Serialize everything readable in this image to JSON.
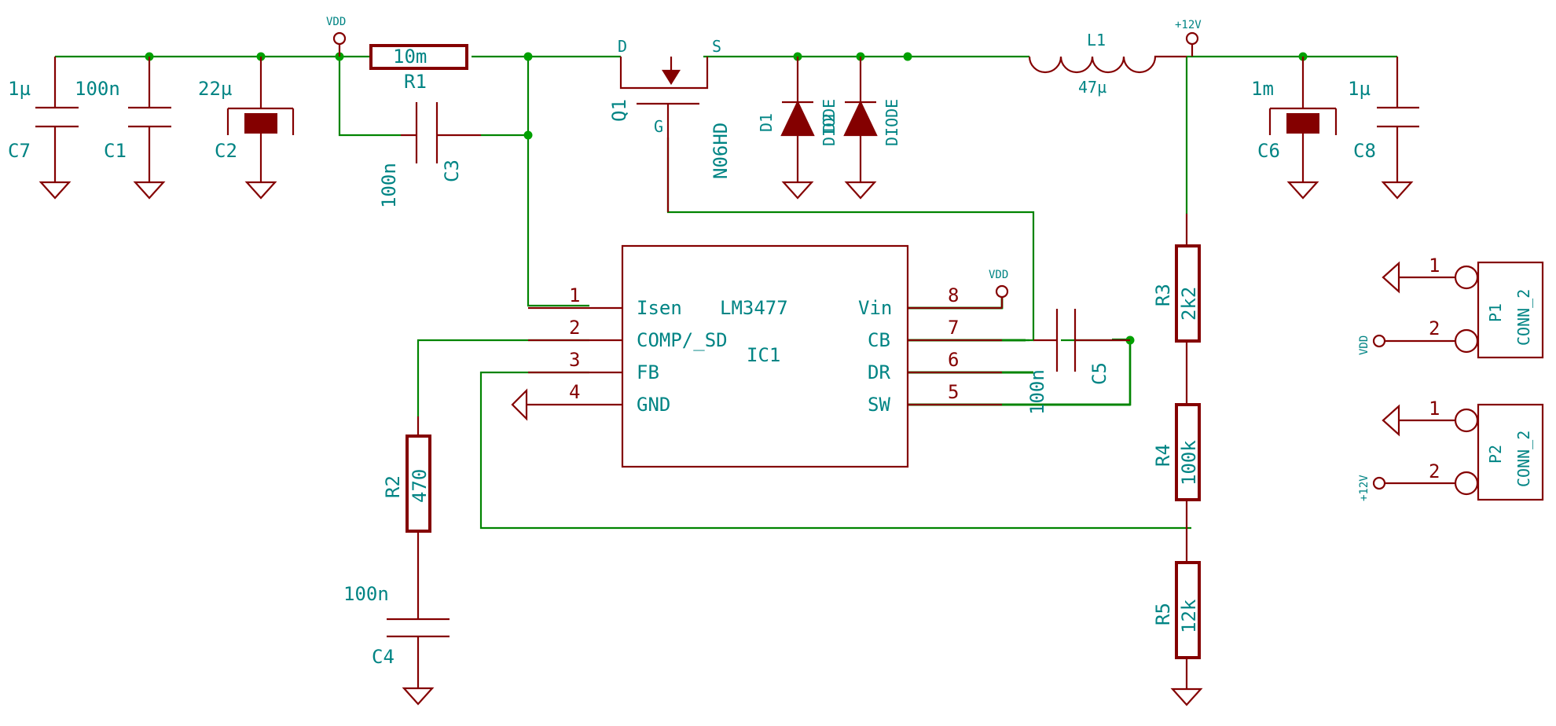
{
  "components": {
    "C7": {
      "ref": "C7",
      "value": "1µ"
    },
    "C1": {
      "ref": "C1",
      "value": "100n"
    },
    "C2": {
      "ref": "C2",
      "value": "22µ"
    },
    "R1": {
      "ref": "R1",
      "value": "10m"
    },
    "C3": {
      "ref": "C3",
      "value": "100n"
    },
    "Q1": {
      "ref": "Q1",
      "value": "N06HD",
      "pin_d": "D",
      "pin_s": "S",
      "pin_g": "G"
    },
    "D1": {
      "ref": "D1",
      "value": "DIODE"
    },
    "D2": {
      "ref": "D2",
      "value": "DIODE"
    },
    "L1": {
      "ref": "L1",
      "value": "47µ"
    },
    "C6": {
      "ref": "C6",
      "value": "1m"
    },
    "C8": {
      "ref": "C8",
      "value": "1µ"
    },
    "R3": {
      "ref": "R3",
      "value": "2k2"
    },
    "R4": {
      "ref": "R4",
      "value": "100k"
    },
    "R5": {
      "ref": "R5",
      "value": "12k"
    },
    "R2": {
      "ref": "R2",
      "value": "470"
    },
    "C4": {
      "ref": "C4",
      "value": "100n"
    },
    "C5": {
      "ref": "C5",
      "value": "100n"
    },
    "IC1": {
      "ref": "IC1",
      "value": "LM3477",
      "pins": [
        {
          "num": "1",
          "name": "Isen"
        },
        {
          "num": "2",
          "name": "COMP/_SD"
        },
        {
          "num": "3",
          "name": "FB"
        },
        {
          "num": "4",
          "name": "GND"
        },
        {
          "num": "5",
          "name": "SW"
        },
        {
          "num": "6",
          "name": "DR"
        },
        {
          "num": "7",
          "name": "CB"
        },
        {
          "num": "8",
          "name": "Vin"
        }
      ]
    },
    "P1": {
      "ref": "P1",
      "value": "CONN_2",
      "pin1": "1",
      "pin2": "2"
    },
    "P2": {
      "ref": "P2",
      "value": "CONN_2",
      "pin1": "1",
      "pin2": "2"
    }
  },
  "power": {
    "vdd": "VDD",
    "v12": "+12V"
  },
  "colors": {
    "wire": "#008400",
    "component": "#840000",
    "label": "#008484",
    "junction": "#00A000"
  }
}
